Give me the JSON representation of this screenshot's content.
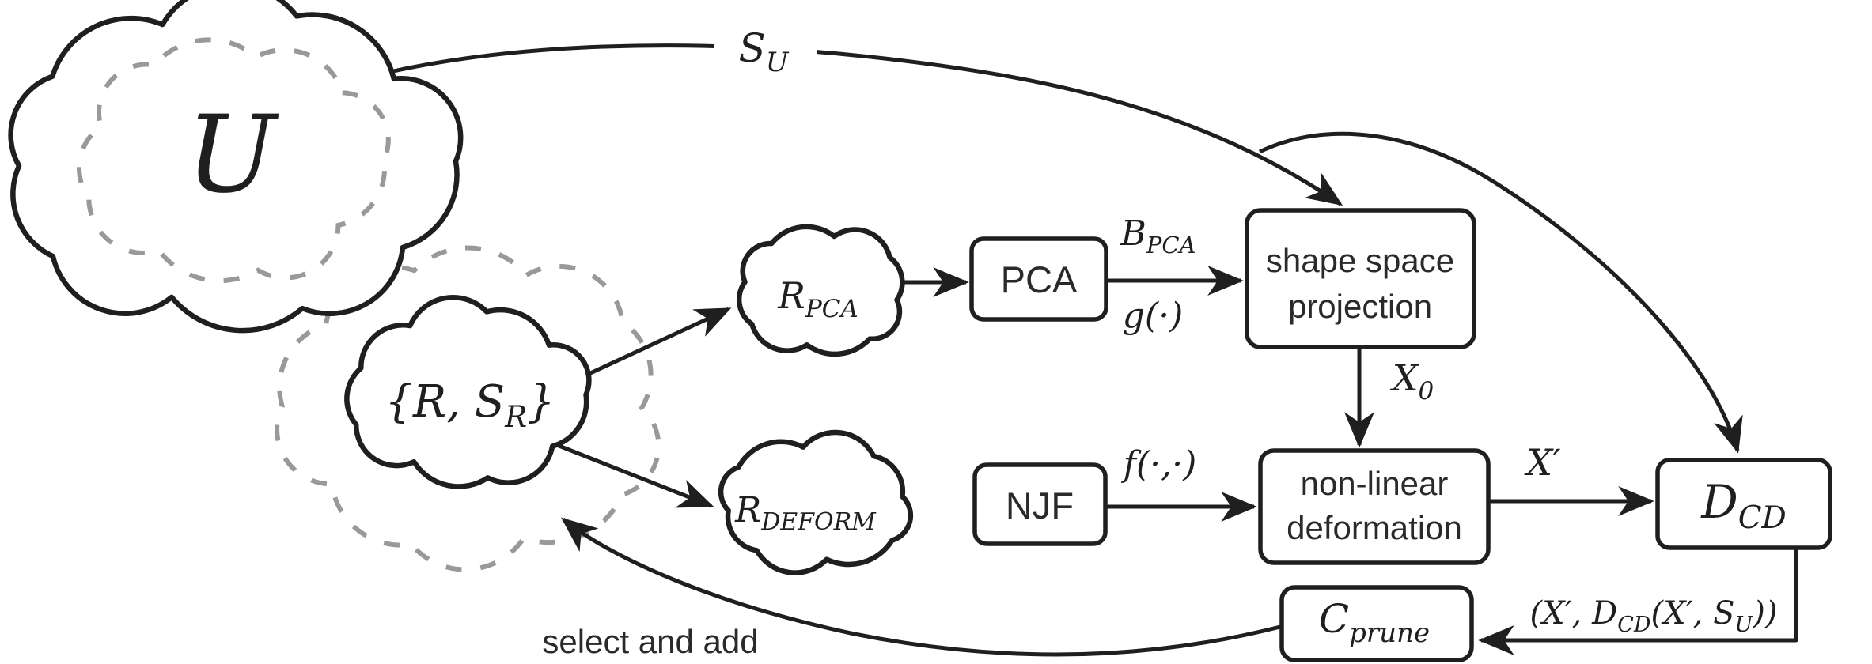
{
  "diagram": {
    "colors": {
      "module_fill": "#c7d3e7",
      "line_color": "#1f1f1f",
      "dashed_gray": "#999999"
    },
    "clouds": {
      "universe": {
        "label": "U"
      },
      "retrieved_set": {
        "open": "{R, S",
        "sub": "R",
        "close": "}"
      },
      "r_pca": {
        "base": "R",
        "sub": "PCA"
      },
      "r_deform": {
        "base": "R",
        "sub": "DEFORM"
      }
    },
    "modules": {
      "pca": {
        "label": "PCA"
      },
      "njf": {
        "label": "NJF"
      },
      "shape_space_projection": {
        "line1": "shape space",
        "line2": "projection"
      },
      "nonlinear_deformation": {
        "line1": "non-linear",
        "line2": "deformation"
      },
      "d_cd": {
        "base": "D",
        "sub": "CD"
      },
      "c_prune": {
        "base": "C",
        "sub": "prune"
      }
    },
    "edge_labels": {
      "s_u": {
        "base": "S",
        "sub": "U"
      },
      "b_pca": {
        "base": "B",
        "sub": "PCA"
      },
      "g": "g(·)",
      "f": "f(·,·)",
      "x0": {
        "base": "X",
        "sub": "0"
      },
      "x_prime": "X′",
      "tuple": {
        "p1": "(X′, D",
        "s1": "CD",
        "p2": "(X′, S",
        "s2": "U",
        "p3": "))"
      },
      "select_and_add": "select and add"
    }
  }
}
